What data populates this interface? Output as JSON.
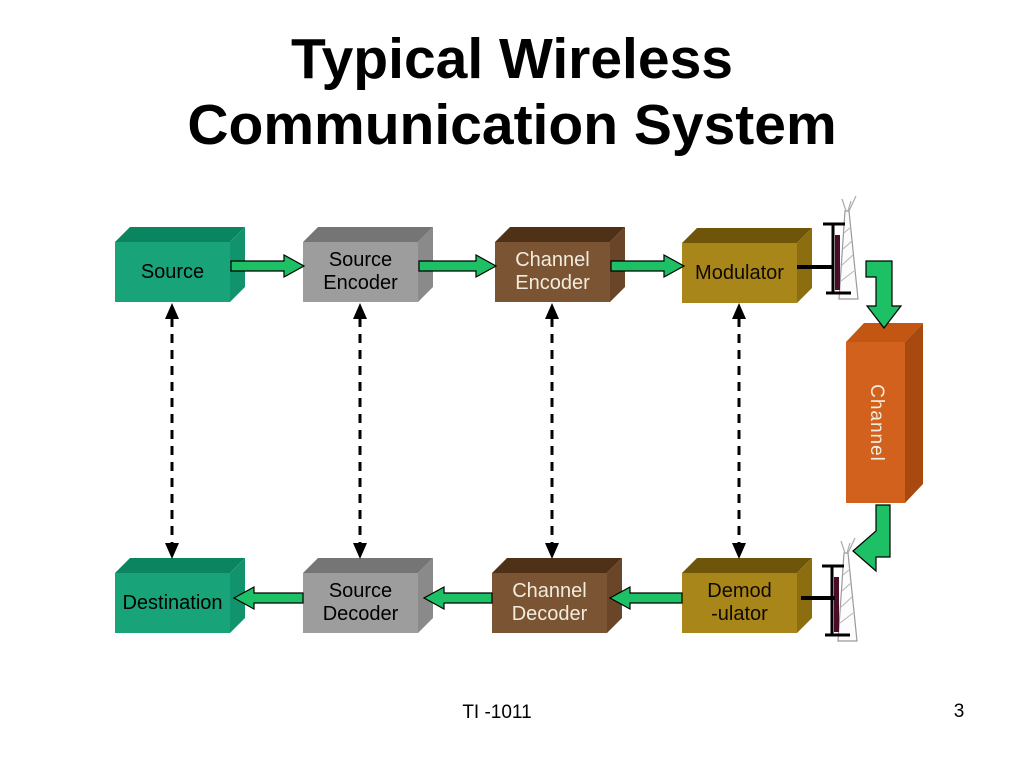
{
  "slide": {
    "title": {
      "line1": "Typical Wireless",
      "line2": "Communication System"
    },
    "footer": {
      "doc_id": "TI -1011",
      "page_number": "3"
    }
  },
  "diagram": {
    "boxes": {
      "source": {
        "label": "Source"
      },
      "source_encoder": {
        "line1": "Source",
        "line2": "Encoder"
      },
      "channel_encoder": {
        "line1": "Channel",
        "line2": "Encoder"
      },
      "modulator": {
        "label": "Modulator"
      },
      "channel": {
        "label": "Channel"
      },
      "demodulator": {
        "line1": "Demod",
        "line2": "-ulator"
      },
      "channel_decoder": {
        "line1": "Channel",
        "line2": "Decoder"
      },
      "source_decoder": {
        "line1": "Source",
        "line2": "Decoder"
      },
      "destination": {
        "label": "Destination"
      }
    },
    "icons": {
      "transmitter": "antenna-icon",
      "receiver": "antenna-icon"
    },
    "colors": {
      "teal": {
        "front": "#18A478",
        "top": "#0A8560",
        "side": "#11946D"
      },
      "gray": {
        "front": "#9D9D9D",
        "top": "#757575",
        "side": "#8A8A8A"
      },
      "brown": {
        "front": "#7A5433",
        "top": "#4F3118",
        "side": "#6B4527"
      },
      "olive": {
        "front": "#A8861A",
        "top": "#6E5509",
        "side": "#8C6D10"
      },
      "orange": {
        "front": "#D2611E",
        "top": "#C25612",
        "side": "#A84A10"
      },
      "arrow_green": "#1EC066",
      "antenna_maroon": "#4A0D28"
    }
  }
}
